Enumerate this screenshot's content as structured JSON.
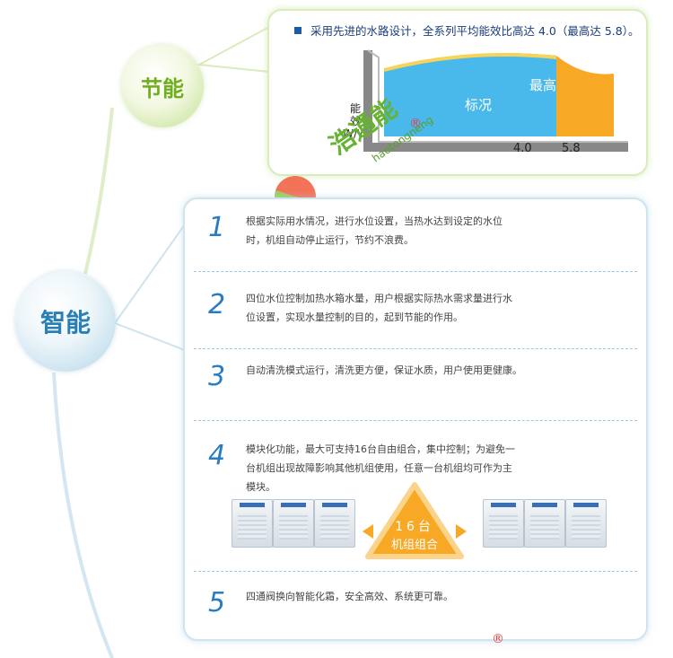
{
  "bubbles": {
    "energy": "节能",
    "smart": "智能"
  },
  "energy_panel": {
    "text": "采用先进的水路设计，全系列平均能效比高达 4.0（最高达 5.8）。",
    "ylabel_lines": [
      "能",
      "效",
      "W/W"
    ],
    "label_standard": "标况",
    "label_max": "最高",
    "tick_standard": "4.0",
    "tick_max": "5.8",
    "colors": {
      "standard": "#49b8ea",
      "max": "#f7a825"
    }
  },
  "items": [
    {
      "num": "1",
      "text": "根据实际用水情况，进行水位设置，当热水达到设定的水位时，机组自动停止运行，节约不浪费。"
    },
    {
      "num": "2",
      "text": "四位水位控制加热水箱水量，用户根据实际热水需求量进行水位设置，实现水量控制的目的，起到节能的作用。"
    },
    {
      "num": "3",
      "text": "自动清洗模式运行，清洗更方便，保证水质，用户使用更健康。"
    },
    {
      "num": "4",
      "text": "模块化功能，最大可支持16台自由组合，集中控制；为避免一台机组出现故障影响其他机组使用，任意一台机组均可作为主模块。"
    },
    {
      "num": "5",
      "text": "四通阀换向智能化霜，安全高效、系统更可靠。"
    }
  ],
  "combo_badge": {
    "line1": "16台",
    "line2": "机组组合"
  },
  "watermark": {
    "cn": "浩通能",
    "en": "haotongneng",
    "reg": "®"
  }
}
